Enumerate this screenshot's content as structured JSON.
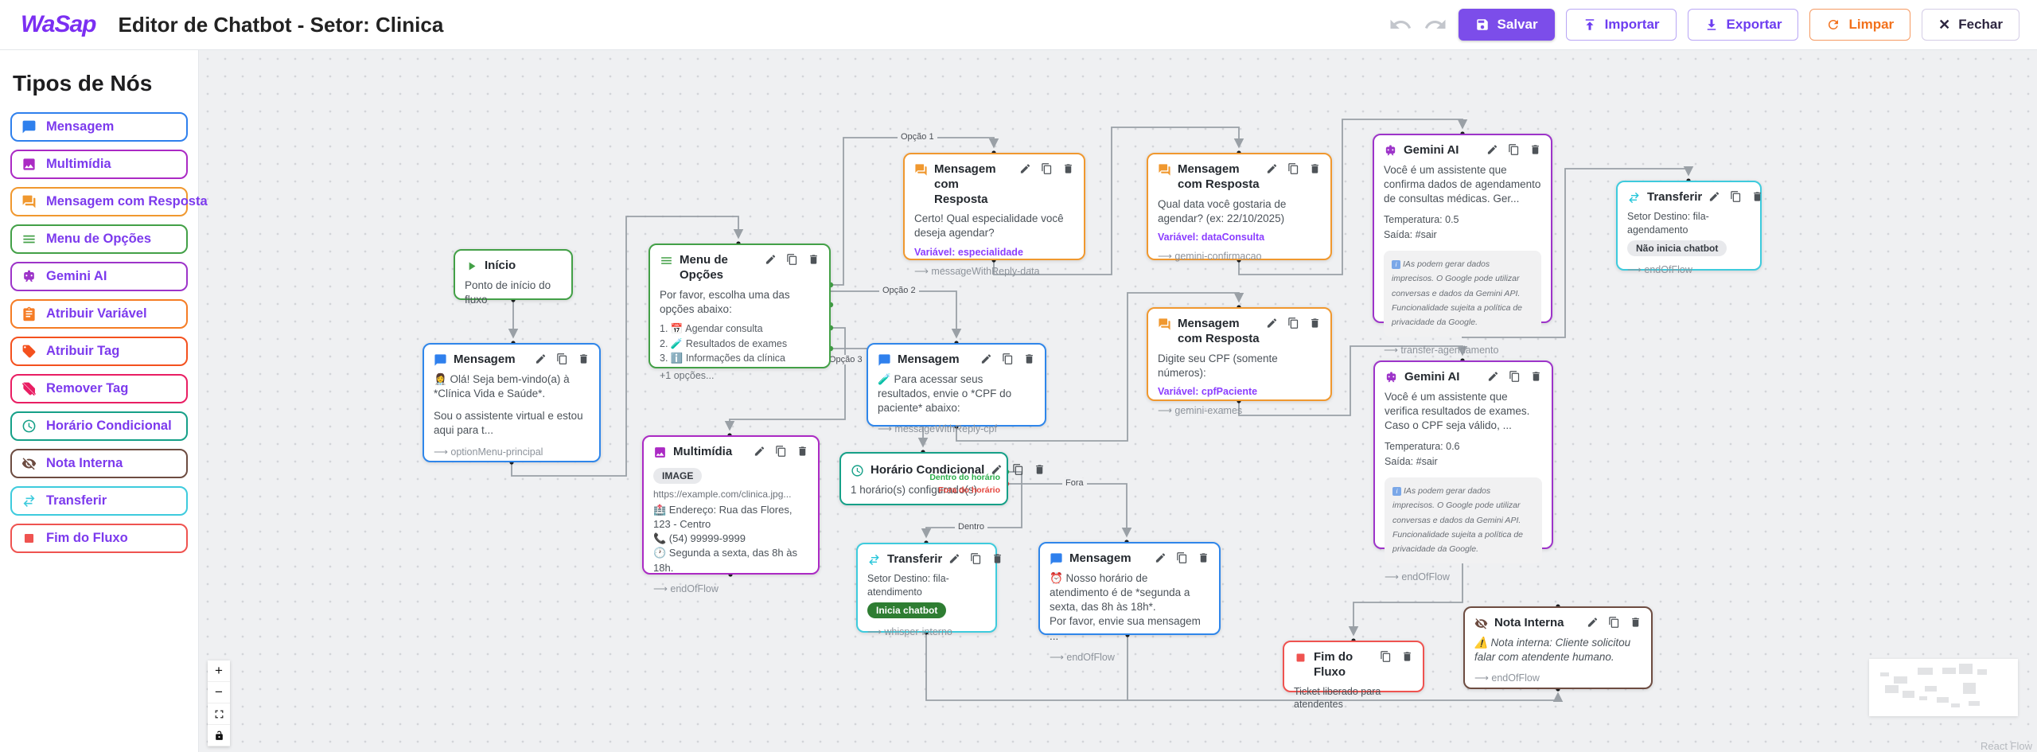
{
  "header": {
    "logo": "WaSap",
    "title": "Editor de Chatbot - Setor: Clinica",
    "buttons": {
      "salvar": "Salvar",
      "importar": "Importar",
      "exportar": "Exportar",
      "limpar": "Limpar",
      "fechar": "Fechar"
    }
  },
  "sidebar": {
    "title": "Tipos de Nós",
    "accent_text_color": "#7c3aed",
    "items": [
      {
        "label": "Mensagem",
        "color": "#2f80ed"
      },
      {
        "label": "Multimídia",
        "color": "#ab2ac4"
      },
      {
        "label": "Mensagem com Resposta",
        "color": "#f0982f"
      },
      {
        "label": "Menu de Opções",
        "color": "#43a047"
      },
      {
        "label": "Gemini AI",
        "color": "#9d34c9"
      },
      {
        "label": "Atribuir Variável",
        "color": "#f57c24"
      },
      {
        "label": "Atribuir Tag",
        "color": "#f4511e"
      },
      {
        "label": "Remover Tag",
        "color": "#e91e63"
      },
      {
        "label": "Horário Condicional",
        "color": "#16a088"
      },
      {
        "label": "Nota Interna",
        "color": "#6d4c41"
      },
      {
        "label": "Transferir",
        "color": "#3ecbdd"
      },
      {
        "label": "Fim do Fluxo",
        "color": "#ef5350"
      }
    ]
  },
  "canvas": {
    "edge_labels": [
      "Opção 1",
      "Opção 2",
      "Opção 3",
      "Dentro",
      "Fora"
    ],
    "nodes": {
      "inicio": {
        "title": "Início",
        "body": "Ponto de início do fluxo",
        "color": "#43a047"
      },
      "menu": {
        "title": "Menu de Opções",
        "body": "Por favor, escolha uma das opções abaixo:",
        "options": [
          "1. 📅 Agendar consulta",
          "2. 🧪 Resultados de exames",
          "3. ℹ️ Informações da clínica"
        ],
        "more": "+1 opções...",
        "color": "#43a047"
      },
      "msg1": {
        "title": "Mensagem",
        "body": "👩‍⚕️ Olá! Seja bem-vindo(a) à *Clínica Vida e Saúde*.",
        "body2": "Sou o assistente virtual e estou aqui para t...",
        "target": "optionMenu-principal",
        "color": "#2f86ea"
      },
      "multi": {
        "title": "Multimídia",
        "badge": "IMAGE",
        "url": "https://example.com/clinica.jpg...",
        "lines": [
          "🏥 Endereço: Rua das Flores, 123 - Centro",
          "📞 (54) 99999-9999",
          "🕐 Segunda a sexta, das 8h às 18h."
        ],
        "target": "endOfFlow",
        "color": "#ab2ac4"
      },
      "mcr1": {
        "title": "Mensagem com Resposta",
        "body": "Certo! Qual especialidade você deseja agendar?",
        "variable": "Variável: especialidade",
        "target": "messageWithReply-data",
        "color": "#f0982f"
      },
      "mcr2": {
        "title": "Mensagem com Resposta",
        "body": "Qual data você gostaria de agendar? (ex: 22/10/2025)",
        "variable": "Variável: dataConsulta",
        "target": "gemini-confirmacao",
        "color": "#f0982f"
      },
      "mcr3": {
        "title": "Mensagem com Resposta",
        "body": "Digite seu CPF (somente números):",
        "variable": "Variável: cpfPaciente",
        "target": "gemini-exames",
        "color": "#f0982f"
      },
      "msg2": {
        "title": "Mensagem",
        "body": "🧪 Para acessar seus resultados, envie o *CPF do paciente* abaixo:",
        "target": "messageWithReply-cpf",
        "color": "#2f86ea"
      },
      "gem1": {
        "title": "Gemini AI",
        "body": "Você é um assistente que confirma dados de agendamento de consultas médicas. Ger...",
        "temperature": "Temperatura: 0.5",
        "output": "Saída: #sair",
        "disclaimer": "IAs podem gerar dados imprecisos. O Google pode utilizar conversas e dados da Gemini API. Funcionalidade sujeita a política de privacidade da Google.",
        "target": "transfer-agendamento",
        "color": "#9d34c9"
      },
      "gem2": {
        "title": "Gemini AI",
        "body": "Você é um assistente que verifica resultados de exames. Caso o CPF seja válido, ...",
        "temperature": "Temperatura: 0.6",
        "output": "Saída: #sair",
        "disclaimer": "IAs podem gerar dados imprecisos. O Google pode utilizar conversas e dados da Gemini API. Funcionalidade sujeita a política de privacidade da Google.",
        "target": "endOfFlow",
        "color": "#9d34c9"
      },
      "trans1": {
        "title": "Transferir",
        "body": "Setor Destino: fila-agendamento",
        "badge": "Não inicia chatbot",
        "target": "endOfFlow",
        "color": "#3ecbdd"
      },
      "hora": {
        "title": "Horário Condicional",
        "body": "1 horário(s) configurado(s)",
        "out_true": "Dentro do horário",
        "out_false": "Fora do horário",
        "color": "#16a088"
      },
      "trans2": {
        "title": "Transferir",
        "body": "Setor Destino: fila-atendimento",
        "badge": "Inicia chatbot",
        "target": "whisper-interno",
        "color": "#3ecbdd"
      },
      "msg3": {
        "title": "Mensagem",
        "body": "⏰ Nosso horário de atendimento é de *segunda a sexta, das 8h às 18h*.\nPor favor, envie sua mensagem ...",
        "target": "endOfFlow",
        "color": "#2f86ea"
      },
      "fim": {
        "title": "Fim do Fluxo",
        "body": "Ticket liberado para atendentes",
        "color": "#ef5350"
      },
      "nota": {
        "title": "Nota Interna",
        "body": "⚠️ Nota interna: Cliente solicitou falar com atendente humano.",
        "target": "endOfFlow",
        "color": "#6d4c41"
      }
    },
    "controls": {
      "zoom_in": "+",
      "zoom_out": "−"
    },
    "attribution": "React Flow"
  }
}
